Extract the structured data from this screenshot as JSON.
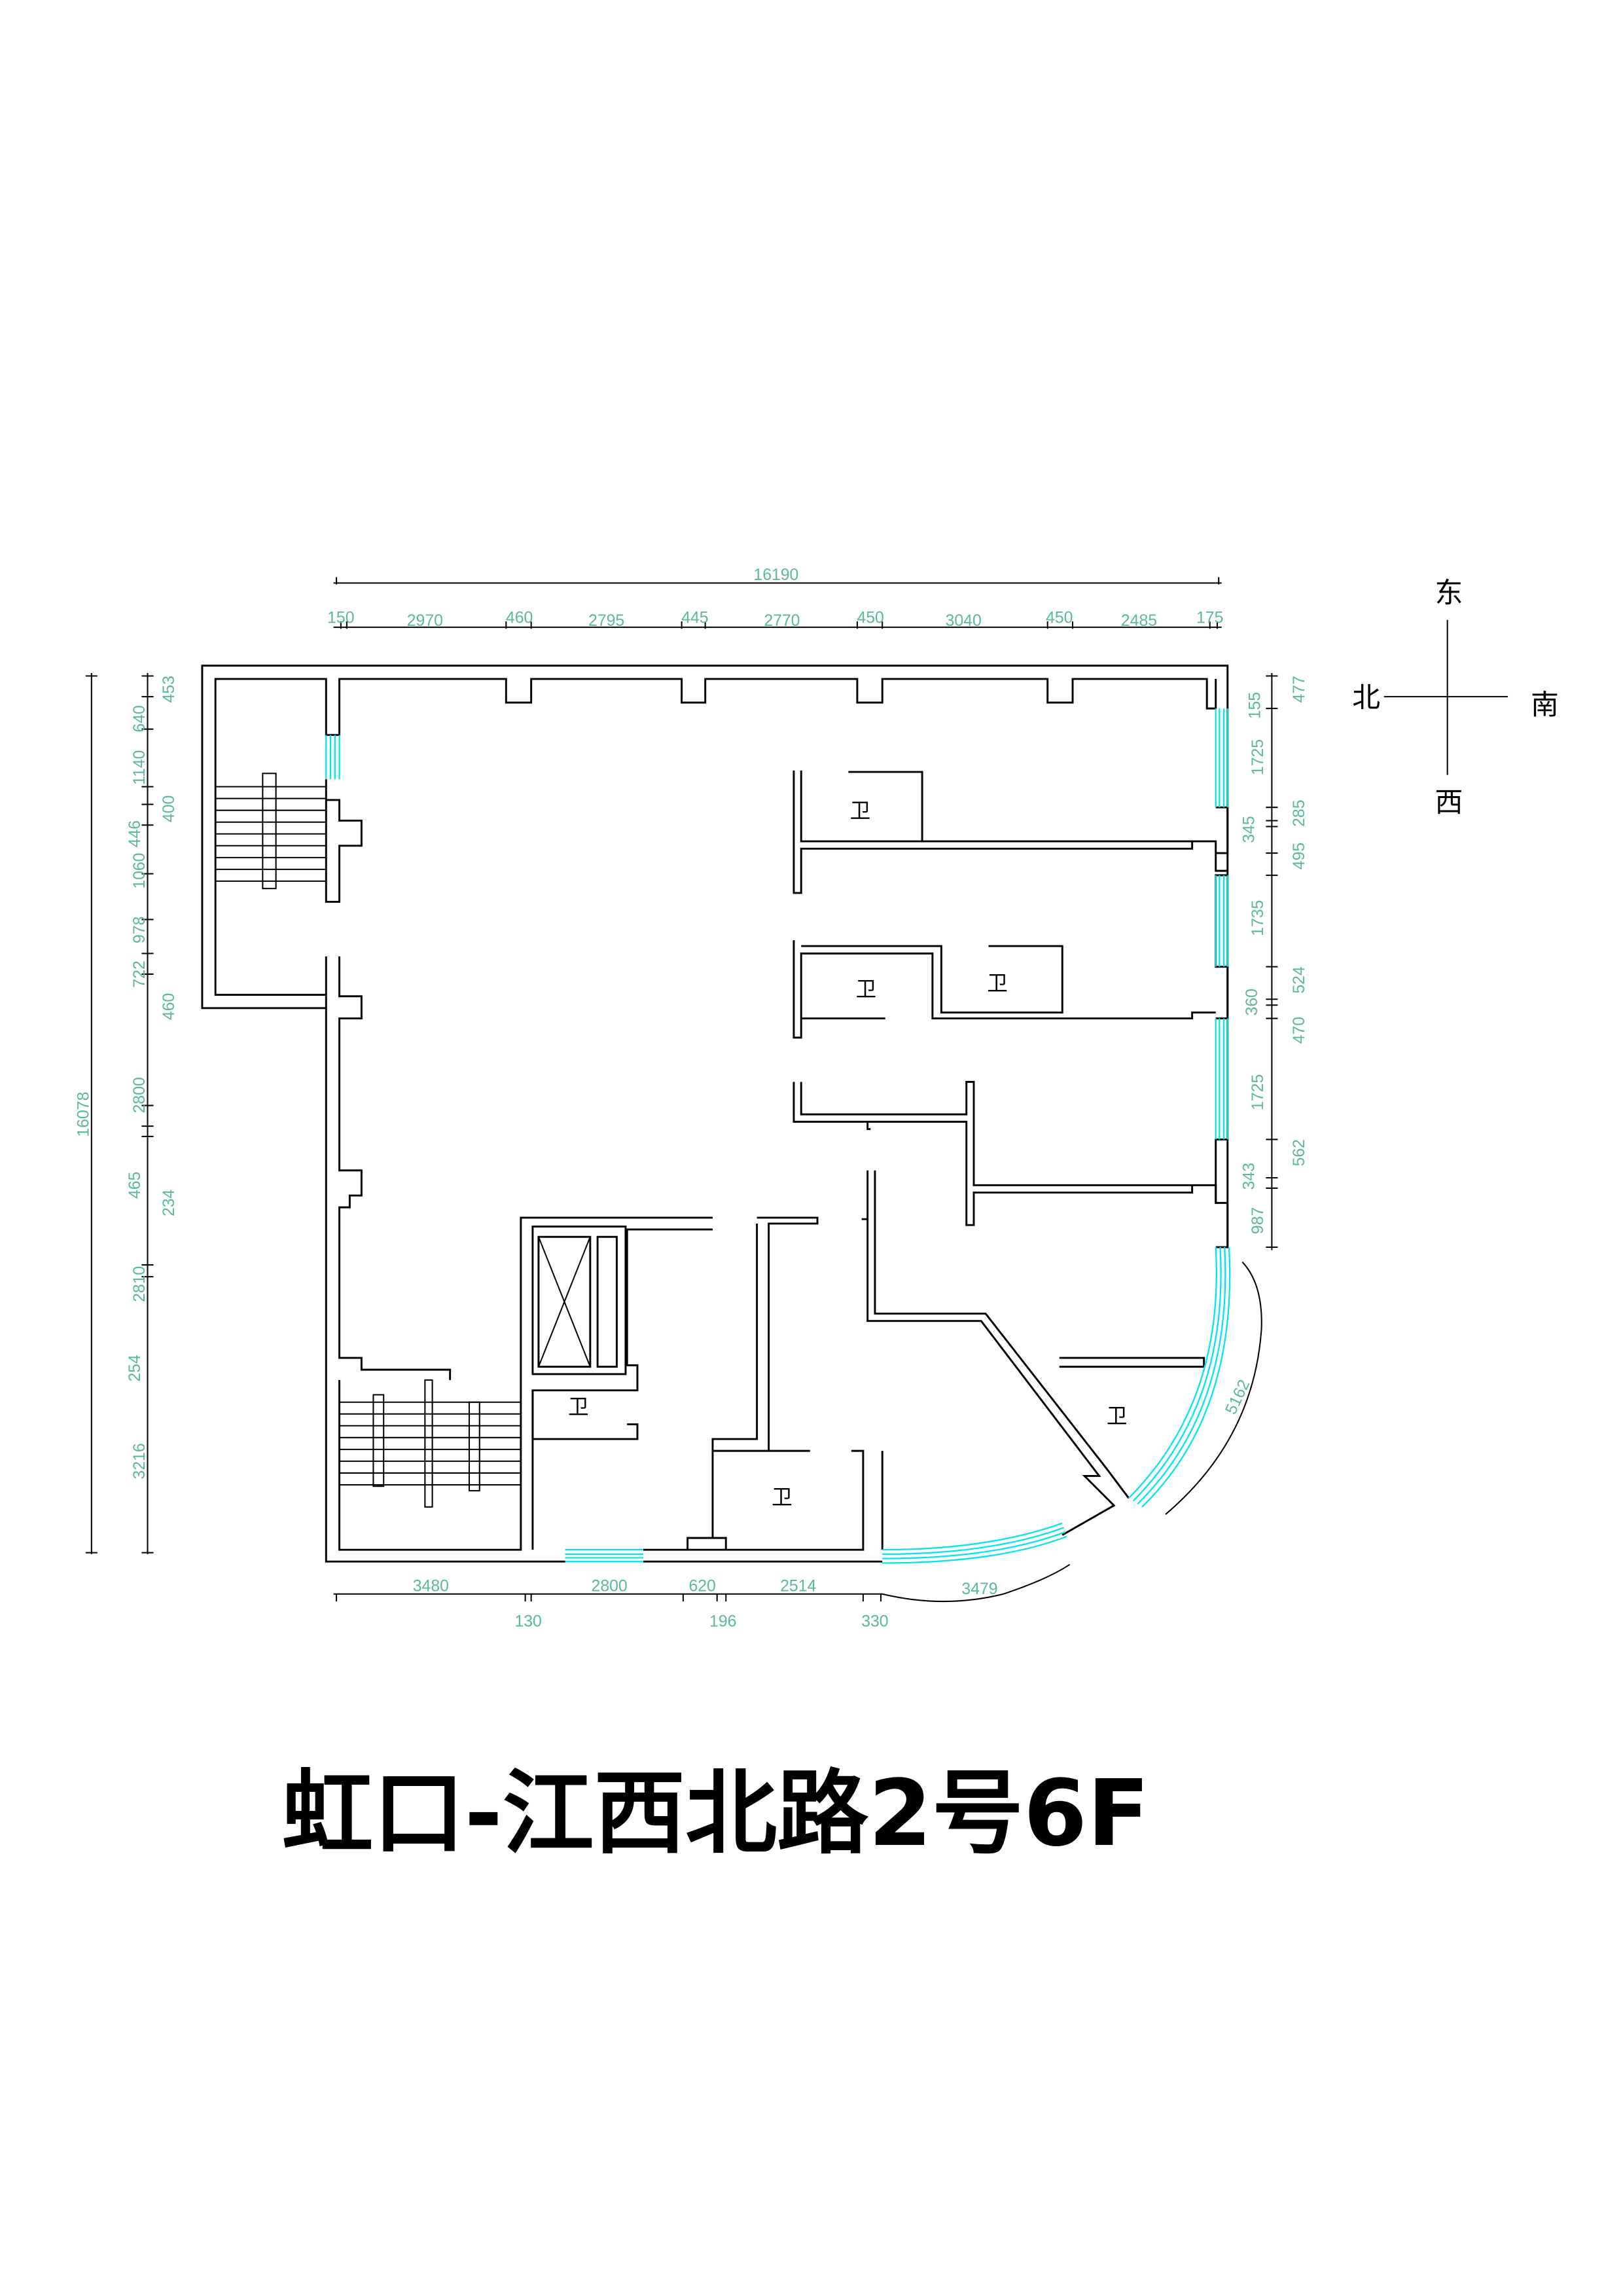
{
  "title": "虹口-江西北路2号6F",
  "compass": {
    "east": "东",
    "north": "北",
    "south": "南",
    "west": "西"
  },
  "room_label": "卫",
  "dimensions": {
    "top_total": "16190",
    "top": [
      "150",
      "2970",
      "460",
      "2795",
      "445",
      "2770",
      "450",
      "3040",
      "450",
      "2485",
      "175"
    ],
    "left_total": "16078",
    "left_outer": [
      "640",
      "1140",
      "446",
      "1060",
      "978",
      "722",
      "2800",
      "465",
      "2810",
      "254",
      "3216"
    ],
    "left_inner": [
      "453",
      "400",
      "460",
      "234"
    ],
    "right_inner": [
      "155",
      "1725",
      "345",
      "1735",
      "360",
      "1725",
      "343",
      "987"
    ],
    "right_outer": [
      "477",
      "285",
      "495",
      "524",
      "470",
      "562"
    ],
    "bottom": [
      "3480",
      "2800",
      "620",
      "2514",
      "3479"
    ],
    "bottom_second": [
      "130",
      "196",
      "330"
    ],
    "arc": "5162"
  }
}
